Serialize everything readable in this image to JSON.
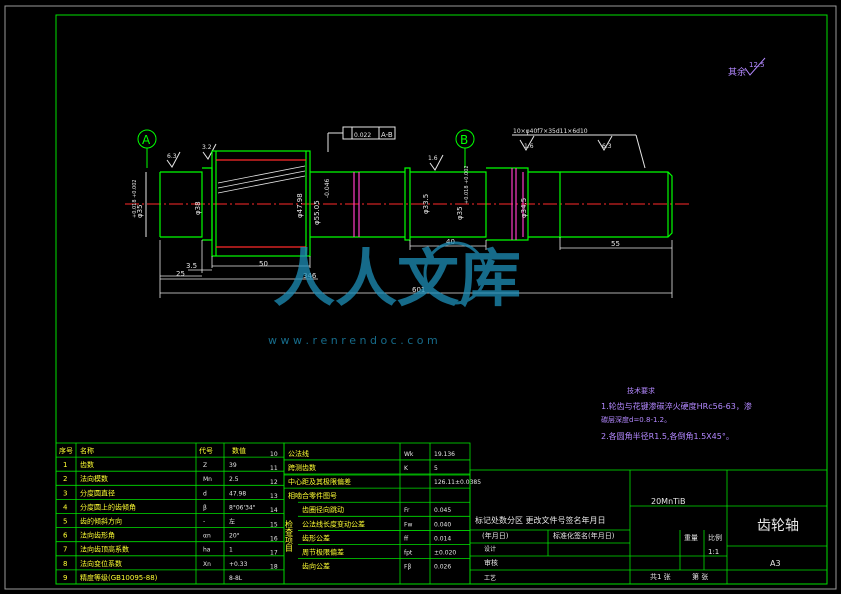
{
  "colors": {
    "frame": "#00e000",
    "outline": "#00ff00",
    "dim": "#e6e6e6",
    "centerline": "#ff2a2a",
    "annotation": "#b388ff",
    "accent": "#ff3cc8",
    "watermark": "#1e8fb8"
  },
  "roughness_other": {
    "label": "其余",
    "value": "12.5"
  },
  "datums": {
    "a": "A",
    "b": "B"
  },
  "surface_marks": [
    "6.3",
    "3.2",
    "1.6",
    "1.6",
    "6.3"
  ],
  "gear_tolerance": {
    "frame": "0.022",
    "datum": "A-B"
  },
  "spline_note": "10×φ40f7×35d11×6d10",
  "diameters": {
    "d1": "φ35",
    "d1_tol": "+0.018\n+0.002",
    "d2": "φ38",
    "d3": "φ47.98",
    "d4": "φ55.05",
    "d4_tol": "-0.046",
    "d5": "φ33.5",
    "d6": "φ35",
    "d6_tol": "+0.018\n+0.002",
    "d7": "φ34.5"
  },
  "lengths": {
    "l1": "3.5",
    "l2": "25",
    "l3": "50",
    "l4": "346",
    "l5": "601",
    "l6": "40",
    "l7": "55"
  },
  "tech_req": {
    "title": "技术要求",
    "lines": [
      "1.轮齿与花键渗碳淬火硬度HRc56-63，渗",
      "   碳层深度d=0.8-1.2。",
      "2.各圆角半径R1.5,各倒角1.5X45°。"
    ]
  },
  "param_table": {
    "head": [
      "序号",
      "名称",
      "代号",
      "数值"
    ],
    "rows": [
      [
        "1",
        "齿数",
        "Z",
        "39"
      ],
      [
        "2",
        "法向模数",
        "Mn",
        "2.5"
      ],
      [
        "3",
        "分度圆直径",
        "d",
        "47.98"
      ],
      [
        "4",
        "分度圆上的齿倾角",
        "β",
        "8°06'34\""
      ],
      [
        "5",
        "齿的倾斜方向",
        "-",
        "左"
      ],
      [
        "6",
        "法向齿形角",
        "αn",
        "20°"
      ],
      [
        "7",
        "法向齿顶高系数",
        "ha",
        "1"
      ],
      [
        "8",
        "法向变位系数",
        "Xn",
        "+0.33"
      ],
      [
        "9",
        "精度等级(GB10095-88)",
        "",
        "8-8L"
      ]
    ]
  },
  "tol_table": {
    "no": [
      "10",
      "11",
      "12",
      "13",
      "14",
      "15",
      "16",
      "17",
      "18"
    ],
    "name": [
      "公法线",
      "跨测齿数",
      "中心距及其极限偏差",
      "相啮合零件图号",
      "齿圈径向跳动",
      "公法线长度变动公差",
      "齿形公差",
      "周节极限偏差",
      "齿向公差"
    ],
    "sym": [
      "Wk",
      "K",
      "",
      "",
      "Fr",
      "Fw",
      "ff",
      "fpt",
      "Fβ"
    ],
    "val": [
      "19.136",
      "5",
      "126.11±0.0385",
      "",
      "0.045",
      "0.040",
      "0.014",
      "±0.020",
      "0.026"
    ],
    "inspect": "检查项目"
  },
  "title_block": {
    "material": "20MnTiB",
    "part_name": "齿轮轴",
    "rev_line": "标记处数分区  更改文件号签名年月日",
    "rev_line2": "(年月日)",
    "std_line": "标准化签名(年月日)",
    "design": "设计",
    "check": "审核",
    "craft": "工艺",
    "weight": "重量",
    "scale_label": "比例",
    "scale": "1:1",
    "sheets": "共1 张",
    "sheet_no": "第  张",
    "format": "A3"
  },
  "watermark": {
    "main": "人人文库",
    "url": "w w w . r e n r e n d o c . c o m"
  }
}
